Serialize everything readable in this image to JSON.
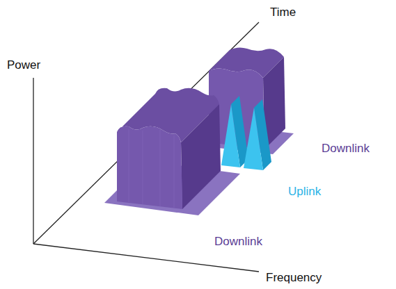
{
  "diagram": {
    "labels": [
      "Time",
      "Power",
      "Downlink",
      "Uplink",
      "Downlink",
      "Frequency"
    ]
  }
}
